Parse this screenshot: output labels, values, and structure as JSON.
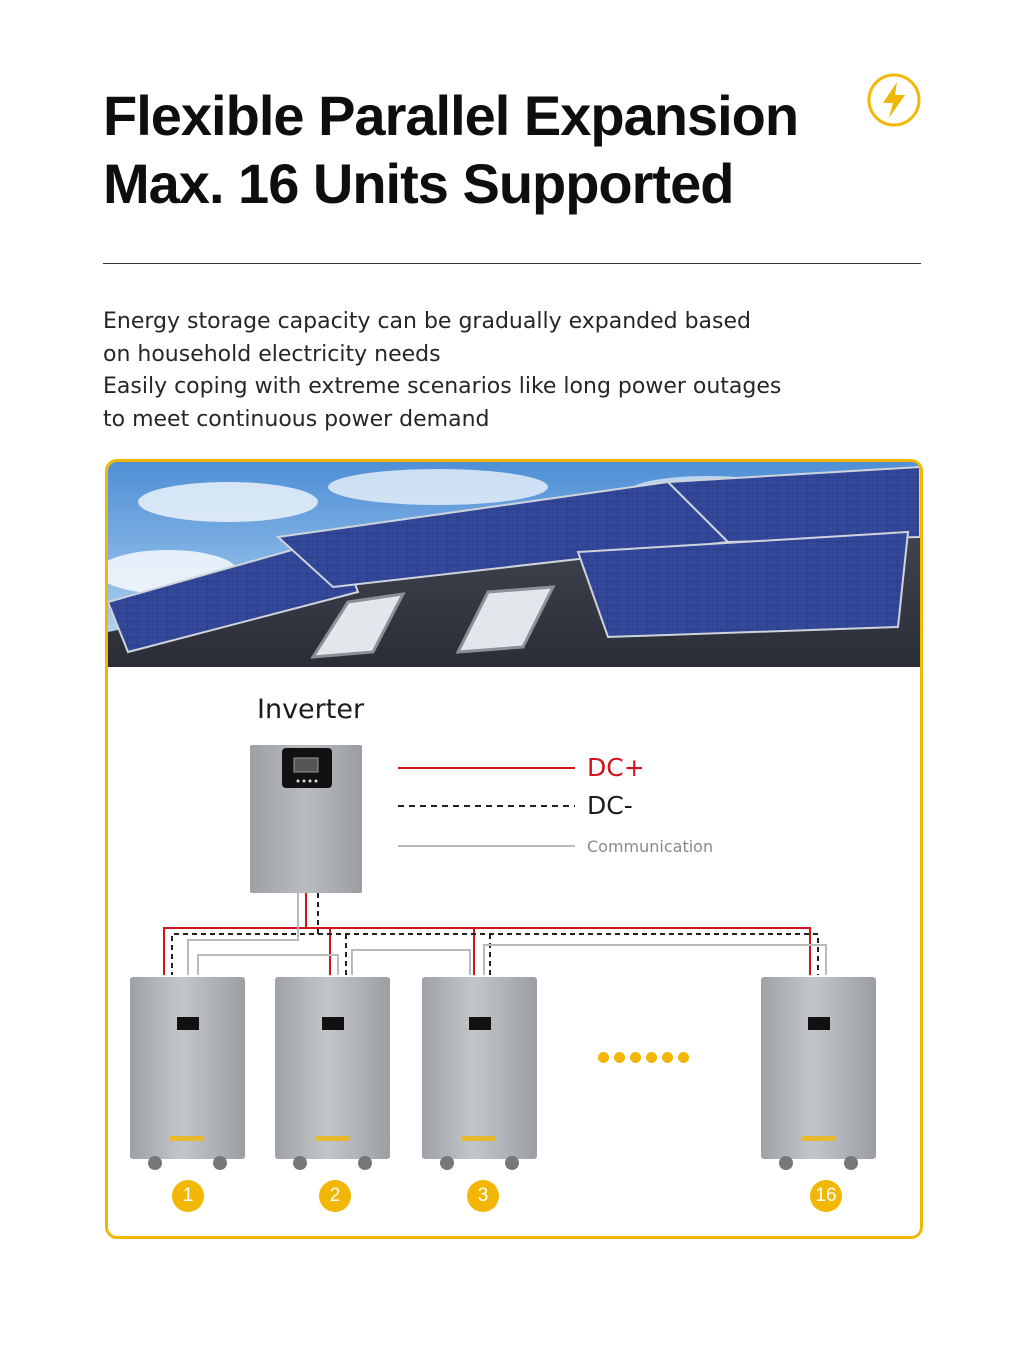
{
  "header": {
    "title_line1": "Flexible Parallel Expansion",
    "title_line2": "Max. 16 Units Supported",
    "icon": "lightning-bolt-icon"
  },
  "description": {
    "line1": "Energy storage capacity can be gradually expanded based",
    "line2": "on household electricity needs",
    "line3": "Easily coping with extreme scenarios like long power outages",
    "line4": "to meet continuous power demand"
  },
  "diagram": {
    "inverter_label": "Inverter",
    "legend": {
      "dc_plus": "DC+",
      "dc_minus": "DC-",
      "communication": "Communication"
    },
    "battery_badges": [
      "1",
      "2",
      "3",
      "16"
    ]
  },
  "colors": {
    "accent": "#f2b705",
    "dc_plus": "#d3121c",
    "dc_minus": "#222222",
    "communication": "#b9b9b9"
  }
}
